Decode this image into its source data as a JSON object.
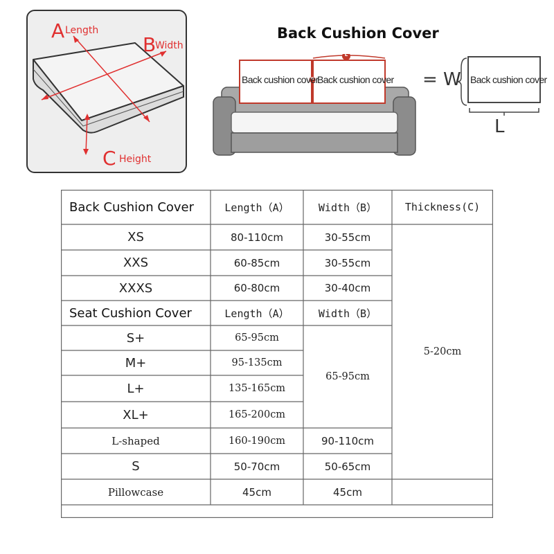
{
  "diagram": {
    "a_letter": "A",
    "a_text": "Length",
    "b_letter": "B",
    "b_text": "Width",
    "c_letter": "C",
    "c_text": "Height"
  },
  "sofa": {
    "title": "Back Cushion Cover",
    "cushion_label": "Back cushion cover",
    "l_marker": "L",
    "w_marker": "W",
    "equals_label": "= W",
    "l_label": "L"
  },
  "table": {
    "back_section": "Back Cushion Cover",
    "seat_section": "Seat Cushion Cover",
    "col_length": "Length（A）",
    "col_width": "Width（B）",
    "col_thickness": "Thickness(C)",
    "thickness_value": "5-20cm",
    "merged_width_value": "65-95cm",
    "back_rows": [
      {
        "size": "XS",
        "length": "80-110cm",
        "width": "30-55cm"
      },
      {
        "size": "XXS",
        "length": "60-85cm",
        "width": "30-55cm"
      },
      {
        "size": "XXXS",
        "length": "60-80cm",
        "width": "30-40cm"
      }
    ],
    "seat_rows": [
      {
        "size": "S+",
        "length": "65-95cm"
      },
      {
        "size": "M+",
        "length": "95-135cm"
      },
      {
        "size": "L+",
        "length": "135-165cm"
      },
      {
        "size": "XL+",
        "length": "165-200cm"
      }
    ],
    "other_rows": [
      {
        "size": "L-shaped",
        "length": "160-190cm",
        "width": "90-110cm"
      },
      {
        "size": "S",
        "length": "50-70cm",
        "width": "50-65cm"
      },
      {
        "size": "Pillowcase",
        "length": "45cm",
        "width": "45cm"
      }
    ]
  }
}
